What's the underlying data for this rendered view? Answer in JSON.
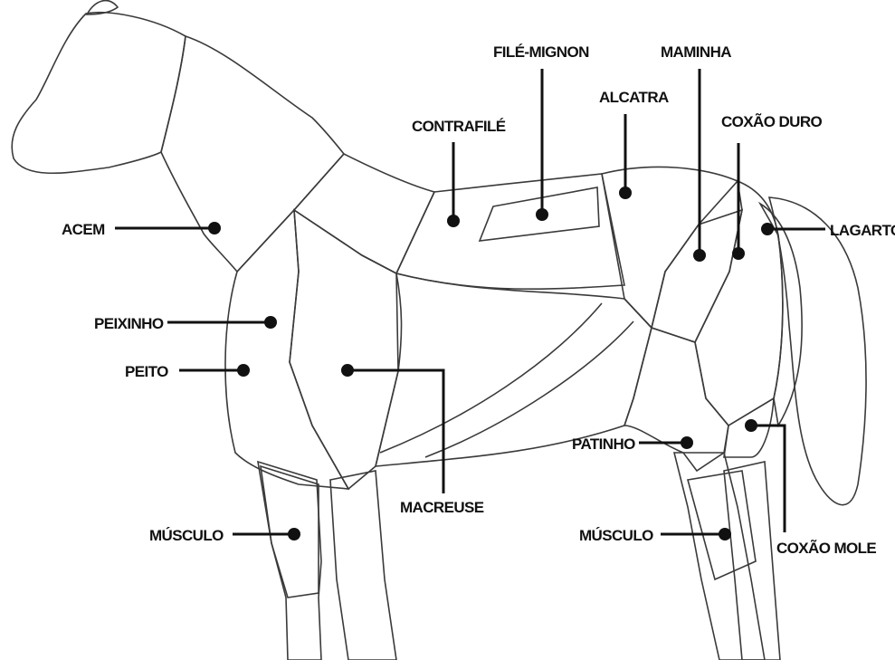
{
  "colors": {
    "background": "#ffffff",
    "ink": "#111111",
    "cut_region": "#8c8c8c",
    "light_region": "#d4d4d4"
  },
  "labels": {
    "acem": "ACEM",
    "peixinho": "PEIXINHO",
    "peito": "PEITO",
    "musculo_front": "MÚSCULO",
    "contrafile": "CONTRAFILÉ",
    "file_mignon": "FILÉ-MIGNON",
    "alcatra": "ALCATRA",
    "maminha": "MAMINHA",
    "coxao_duro": "COXÃO DURO",
    "lagarto": "LAGARTO",
    "macreuse": "MACREUSE",
    "patinho": "PATINHO",
    "musculo_rear": "MÚSCULO",
    "coxao_mole": "COXÃO MOLE"
  }
}
